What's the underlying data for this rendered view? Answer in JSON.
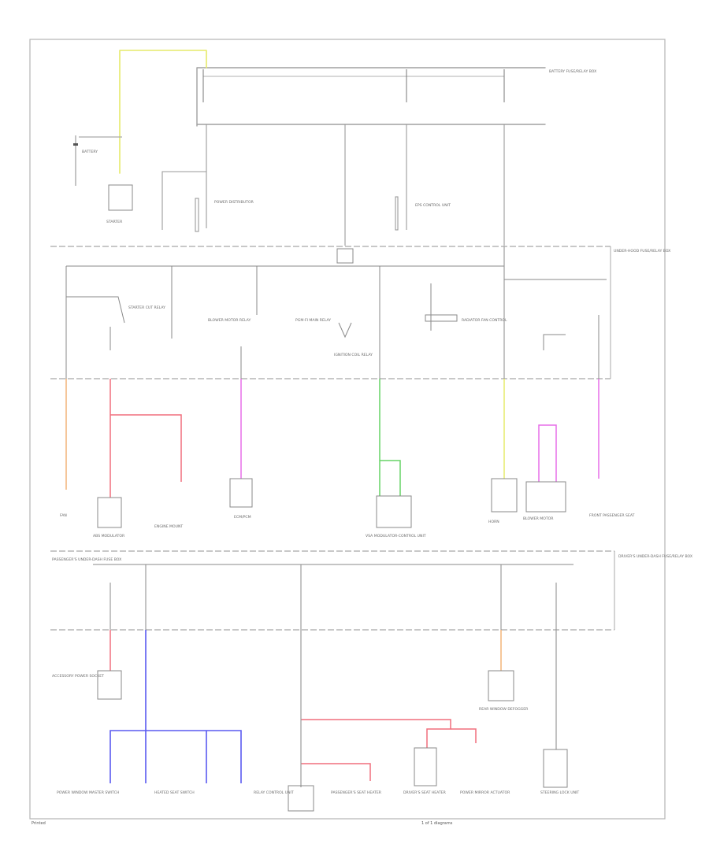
{
  "colors": {
    "yellow": "#e6ea6a",
    "red": "#f06f7d",
    "magenta": "#e76ee8",
    "green": "#66d466",
    "blue": "#5a5af0",
    "orange": "#f2b478",
    "gray": "#9a9a9a",
    "dark": "#3c3c3c"
  },
  "footer": {
    "left": "Printed",
    "center": "1 of 1 diagrams"
  },
  "labels": {
    "battery_fuse_box": "BATTERY FUSE/RELAY BOX",
    "battery": "BATTERY",
    "starter": "STARTER",
    "power_distributor": "POWER DISTRIBUTOR",
    "eps_unit": "EPS CONTROL UNIT",
    "underhood_box": "UNDER-HOOD FUSE/RELAY BOX",
    "left_engine_mount": "ENGINE MOUNT",
    "blower": "BLOWER MOTOR",
    "blower_relay": "BLOWER MOTOR RELAY",
    "starter_cut": "STARTER CUT RELAY",
    "pgm": "PGM-FI MAIN RELAY",
    "fan": "FAN",
    "abs_modulator": "ABS MODULATOR",
    "vsa": "VSA MODULATOR-CONTROL UNIT",
    "ecm": "ECM/PCM",
    "horn": "HORN",
    "igniton_relay": "IGNITION COIL RELAY",
    "radiator": "RADIATOR FAN CONTROL",
    "dash_box": "DRIVER'S UNDER-DASH FUSE/RELAY BOX",
    "pass_box": "PASSENGER'S UNDER-DASH FUSE BOX",
    "relay_box": "RELAY CONTROL UNIT",
    "accessory": "ACCESSORY POWER SOCKET",
    "power_window": "POWER WINDOW MASTER SWITCH",
    "heater": "HEATED SEAT SWITCH",
    "rear_window": "REAR WINDOW DEFOGGER",
    "driver_seat": "DRIVER'S SEAT HEATER",
    "passenger_seat": "PASSENGER'S SEAT HEATER",
    "front_seat": "FRONT PASSENGER SEAT",
    "power_mirror": "POWER MIRROR ACTUATOR",
    "steering": "STEERING LOCK UNIT"
  }
}
